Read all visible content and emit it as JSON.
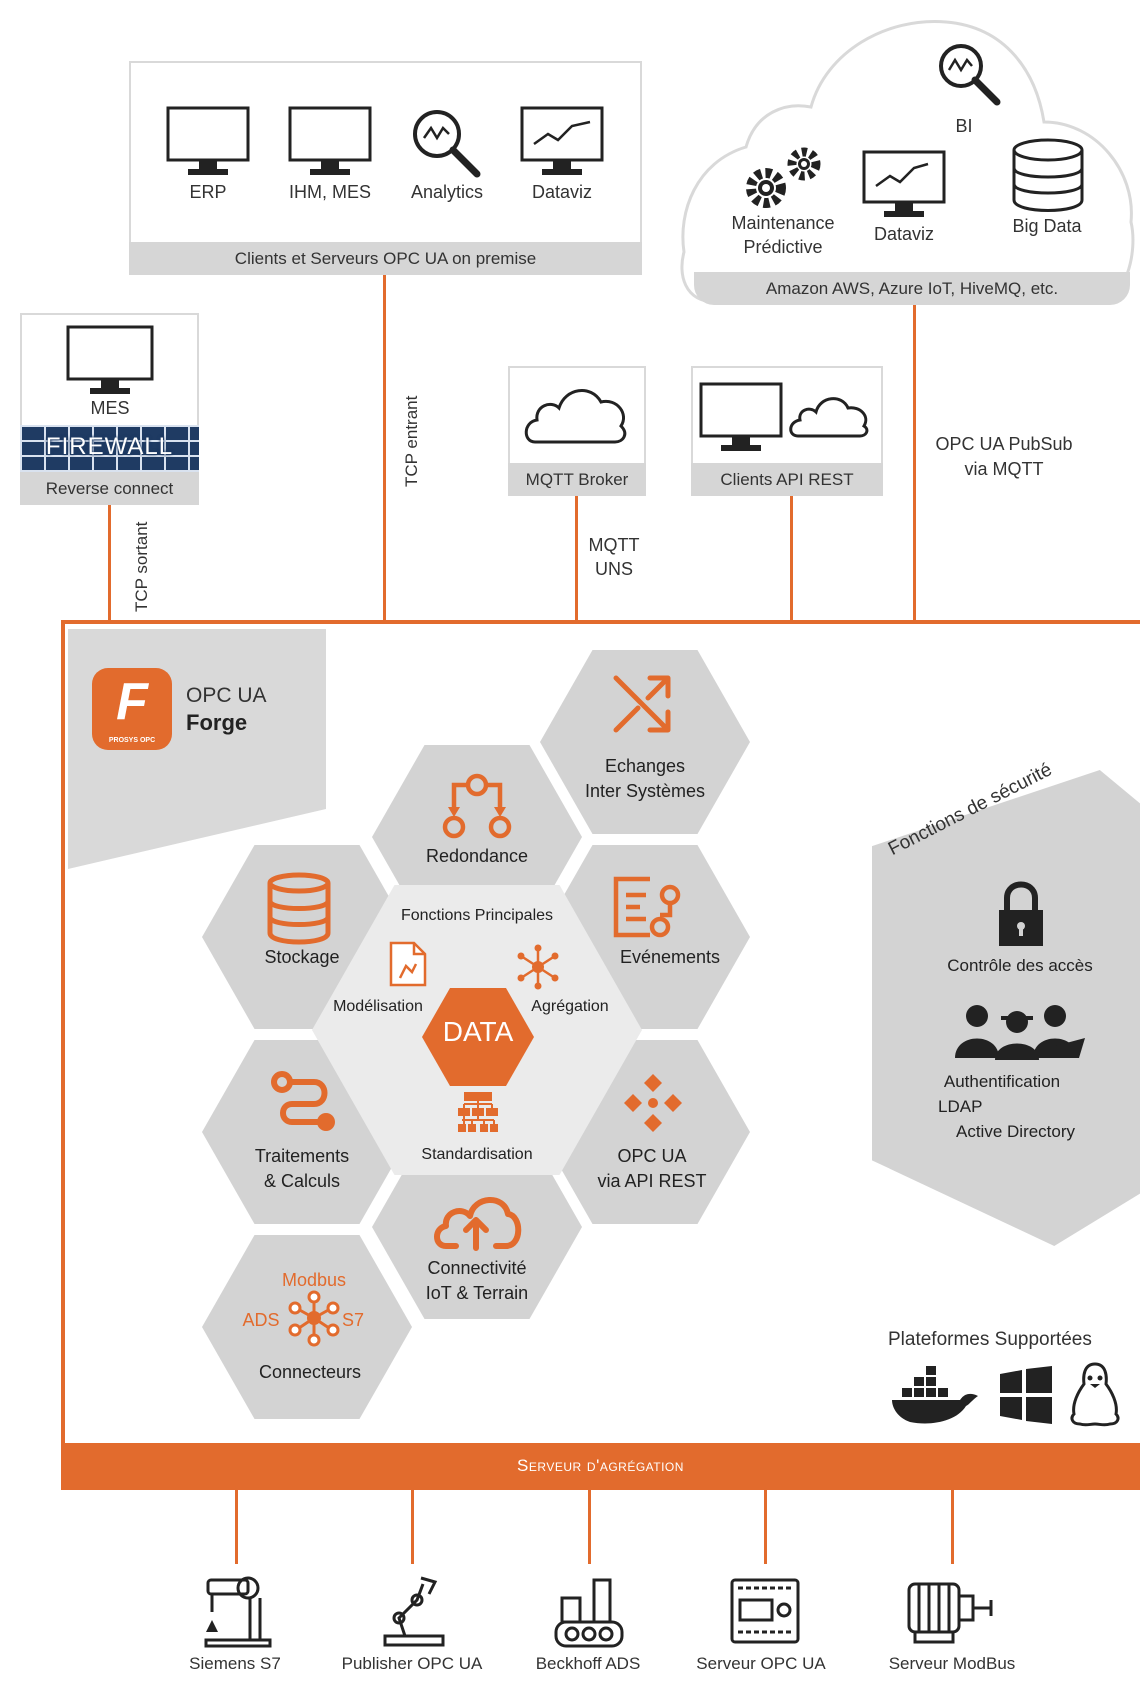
{
  "on_premise": {
    "items": [
      "ERP",
      "IHM, MES",
      "Analytics",
      "Dataviz"
    ],
    "bar_label": "Clients et Serveurs OPC UA on premise"
  },
  "cloud": {
    "bi": "BI",
    "maintenance_line1": "Maintenance",
    "maintenance_line2": "Prédictive",
    "dataviz": "Dataviz",
    "bigdata": "Big Data",
    "bar_label": "Amazon AWS, Azure IoT, HiveMQ, etc."
  },
  "mes_box": {
    "title": "MES",
    "firewall": "FIREWALL",
    "bar_label": "Reverse connect"
  },
  "mqtt_broker": {
    "bar_label": "MQTT Broker"
  },
  "rest_clients": {
    "bar_label": "Clients API REST"
  },
  "connections": {
    "tcp_entrant": "TCP entrant",
    "tcp_sortant": "TCP sortant",
    "mqtt_line1": "MQTT",
    "mqtt_line2": "UNS",
    "pubsub_line1": "OPC UA PubSub",
    "pubsub_line2": "via MQTT"
  },
  "forge": {
    "logo_letter": "F",
    "logo_small": "PROSYS OPC",
    "title_line1": "OPC UA",
    "title_line2": "Forge"
  },
  "hexes": {
    "echanges_line1": "Echanges",
    "echanges_line2": "Inter Systèmes",
    "redondance": "Redondance",
    "stockage": "Stockage",
    "evenements": "Evénements",
    "traitements_line1": "Traitements",
    "traitements_line2": "& Calculs",
    "opcua_rest_line1": "OPC UA",
    "opcua_rest_line2": "via API REST",
    "connectivite_line1": "Connectivité",
    "connectivite_line2": "IoT & Terrain",
    "connecteurs": "Connecteurs",
    "modbus": "Modbus",
    "ads": "ADS",
    "s7": "S7"
  },
  "center": {
    "title": "Fonctions Principales",
    "modelisation": "Modélisation",
    "agregation": "Agrégation",
    "data": "DATA",
    "standardisation": "Standardisation"
  },
  "security": {
    "title": "Fonctions de sécurité",
    "access": "Contrôle des accès",
    "auth_line1": "Authentification",
    "auth_line2": "LDAP",
    "auth_line3": "Active Directory"
  },
  "platforms": {
    "title": "Plateformes Supportées",
    "icons": [
      "docker-icon",
      "windows-icon",
      "linux-icon"
    ]
  },
  "server_bar": "Serveur d'agrégation",
  "devices": [
    "Siemens S7",
    "Publisher OPC UA",
    "Beckhoff ADS",
    "Serveur OPC UA",
    "Serveur ModBus"
  ],
  "colors": {
    "accent": "#e26b2d",
    "gray": "#d3d3d3"
  }
}
